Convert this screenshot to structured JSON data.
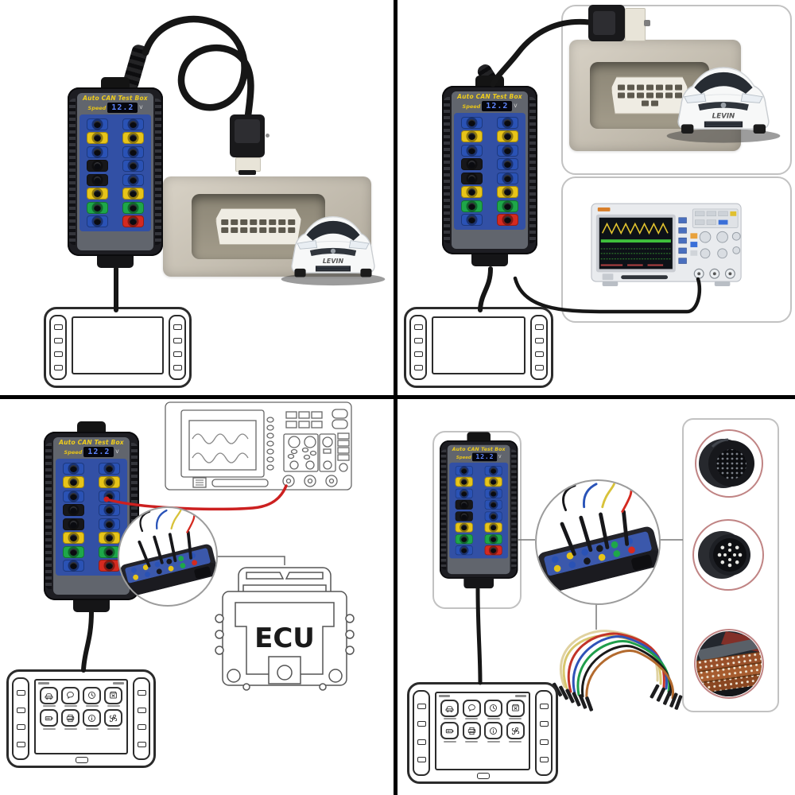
{
  "colors": {
    "background": "#ffffff",
    "divider": "#000000",
    "card_border": "#c2c2c2",
    "cable": "#161616",
    "signal_wire_red": "#cc2020",
    "line_art": "#5a5a5a"
  },
  "device": {
    "title": "Auto CAN Test Box",
    "speed_label": "Speed",
    "display_value": "12.2",
    "display_unit": "V",
    "socket_rows": [
      [
        "blue",
        "blue"
      ],
      [
        "yellow",
        "yellow"
      ],
      [
        "blue",
        "blue"
      ],
      [
        "black",
        "blue"
      ],
      [
        "black",
        "blue"
      ],
      [
        "yellow",
        "yellow"
      ],
      [
        "green",
        "green"
      ],
      [
        "blue",
        "red"
      ]
    ],
    "socket_colors": {
      "blue": "#2a52b5",
      "yellow": "#e7c419",
      "green": "#1ea749",
      "red": "#d42a20",
      "black": "#17171a"
    }
  },
  "car": {
    "badge": "LEVIN"
  },
  "ecu": {
    "label": "ECU"
  },
  "tablet": {
    "icons": [
      "vehicle",
      "chat",
      "history",
      "package",
      "battery",
      "printer",
      "support",
      "settings"
    ]
  },
  "connector_photos": [
    "round-multi-pin-connector",
    "round-14-pin-connector",
    "ecu-edge-connector"
  ]
}
